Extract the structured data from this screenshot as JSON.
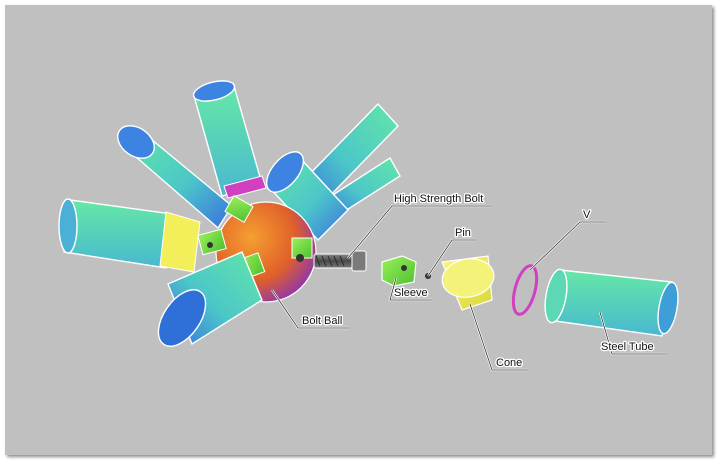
{
  "labels": {
    "high_strength_bolt": "High Strength Bolt",
    "pin": "Pin",
    "v": "V",
    "sleeve": "Sleeve",
    "bolt_ball": "Bolt Ball",
    "cone": "Cone",
    "steel_tube": "Steel Tube"
  },
  "colors": {
    "background": "#c0c0c0",
    "tube_teal": "#5fe0b0",
    "tube_blue": "#3a7fe0",
    "ball_orange": "#f08a2a",
    "ball_purple": "#8a3ad0",
    "cone_yellow": "#f2ef5a",
    "sleeve_green": "#7fe040",
    "ring_magenta": "#d040c0",
    "bolt_gray": "#6a6a6a"
  }
}
